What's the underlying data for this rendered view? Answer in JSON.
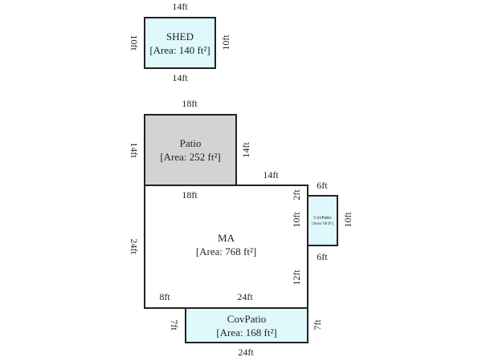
{
  "rooms": {
    "shed": {
      "name": "SHED",
      "area": "[Area: 140 ft²]",
      "top": "14ft",
      "bottom": "14ft",
      "left": "10ft",
      "right": "10ft"
    },
    "patio": {
      "name": "Patio",
      "area": "[Area: 252 ft²]",
      "top": "18ft",
      "bottom": "18ft",
      "left": "14ft",
      "right": "14ft"
    },
    "ma": {
      "name": "MA",
      "area": "[Area: 768 ft²]",
      "left": "24ft",
      "top_right": "14ft",
      "right_upper": "2ft",
      "right_mid": "10ft",
      "right_lower": "12ft",
      "bottom_left": "8ft",
      "bottom_right": "24ft"
    },
    "covpatio_small": {
      "name": "CovPatio",
      "area": "[Area: 60 ft²]",
      "top": "6ft",
      "bottom": "6ft",
      "right": "10ft"
    },
    "covpatio_bottom": {
      "name": "CovPatio",
      "area": "[Area: 168 ft²]",
      "left": "7ft",
      "right": "7ft",
      "bottom": "24ft"
    }
  },
  "colors": {
    "covered": "#dff8fb",
    "patio": "#d3d3d3",
    "outline": "#222222"
  }
}
